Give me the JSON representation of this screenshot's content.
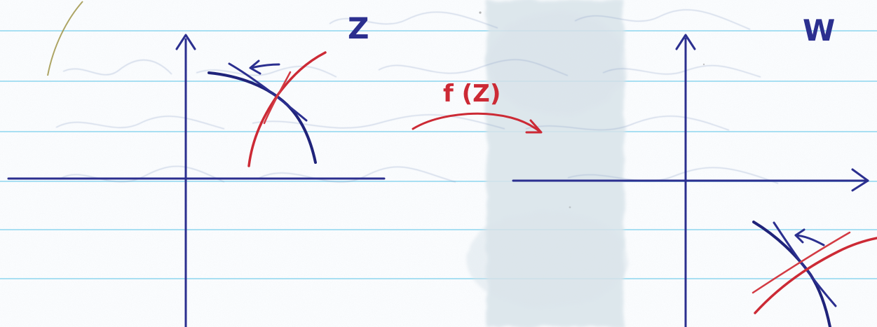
{
  "diagram": {
    "left_plane": {
      "label": "Z"
    },
    "right_plane": {
      "label": "W"
    },
    "mapping": {
      "label": "f (Z)"
    }
  },
  "colors": {
    "paper": "#fbfdff",
    "ruled_lines": "#9fd8ee",
    "blue_ink": "#2a2f8f",
    "red_ink": "#cc2a35",
    "stain": "#d9e4ea",
    "bleed_text": "#8fa0c7",
    "fold_line": "#9a8f3c"
  },
  "icons": {
    "arrow": "arrow-icon"
  }
}
